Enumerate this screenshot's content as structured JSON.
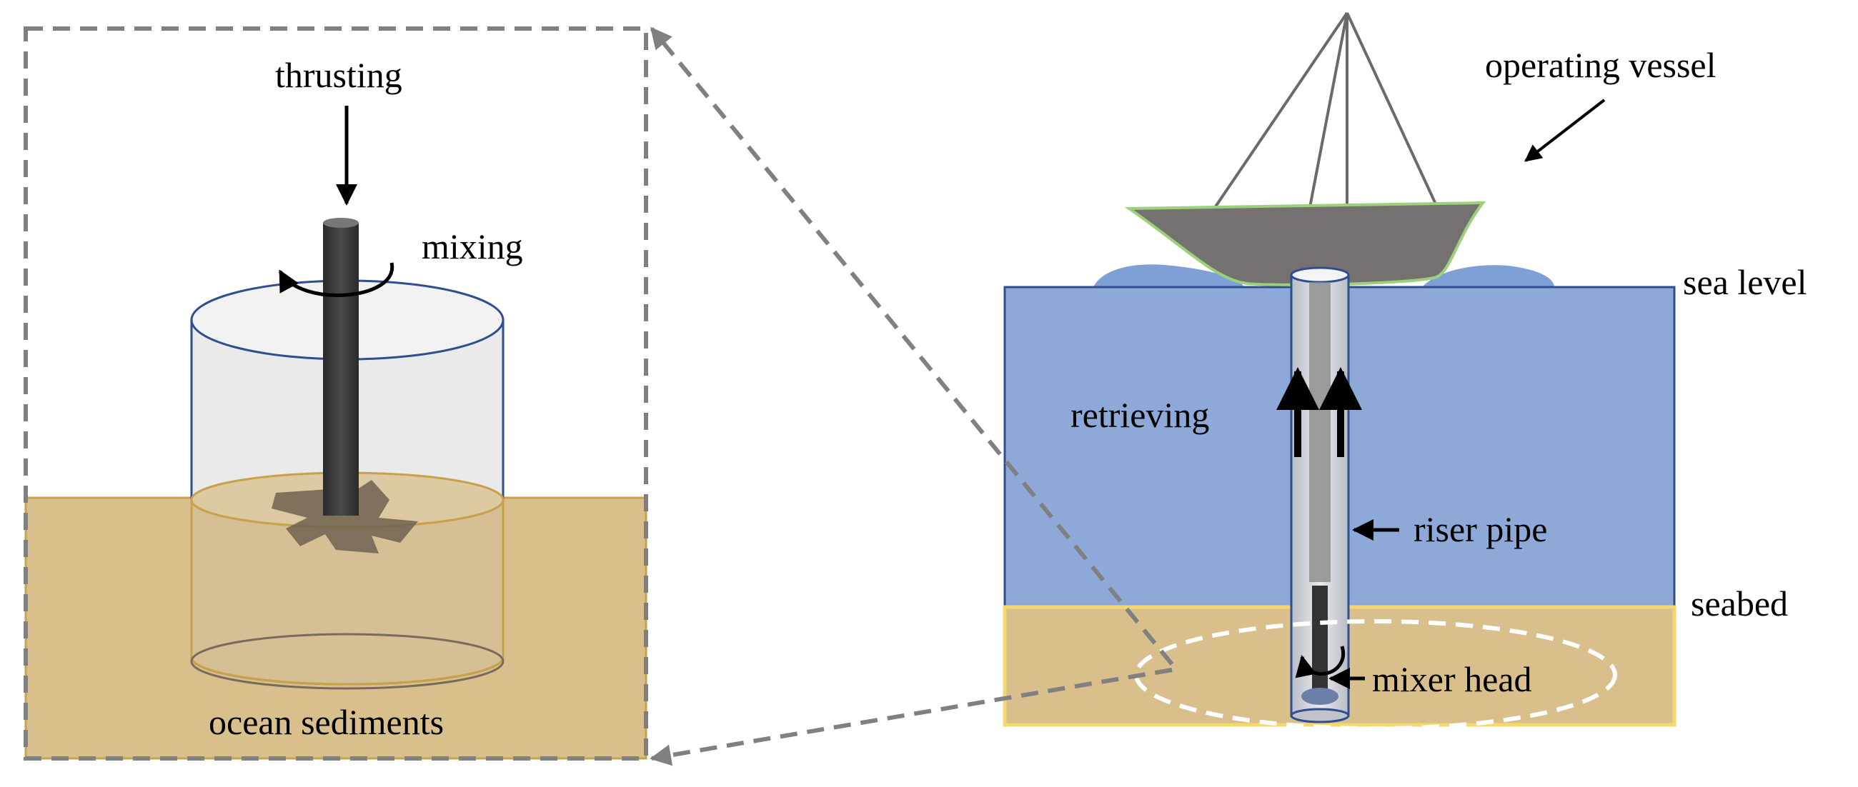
{
  "labels": {
    "thrusting": "thrusting",
    "mixing": "mixing",
    "ocean_sediments": "ocean sediments",
    "operating_vessel": "operating vessel",
    "sea_level": "sea level",
    "retrieving": "retrieving",
    "riser_pipe": "riser pipe",
    "seabed": "seabed",
    "mixer_head": "mixer head"
  },
  "colors": {
    "sea": "#8EA9D8",
    "sea_border": "#2F4E8F",
    "sediment": "#D8BF8C",
    "sediment_border": "#C9A14A",
    "seabed_border": "#F5D76E",
    "vessel_hull": "#767171",
    "vessel_outline": "#9BD17A",
    "pipe": "#3A3A3A",
    "dashed_frame": "#808080"
  }
}
